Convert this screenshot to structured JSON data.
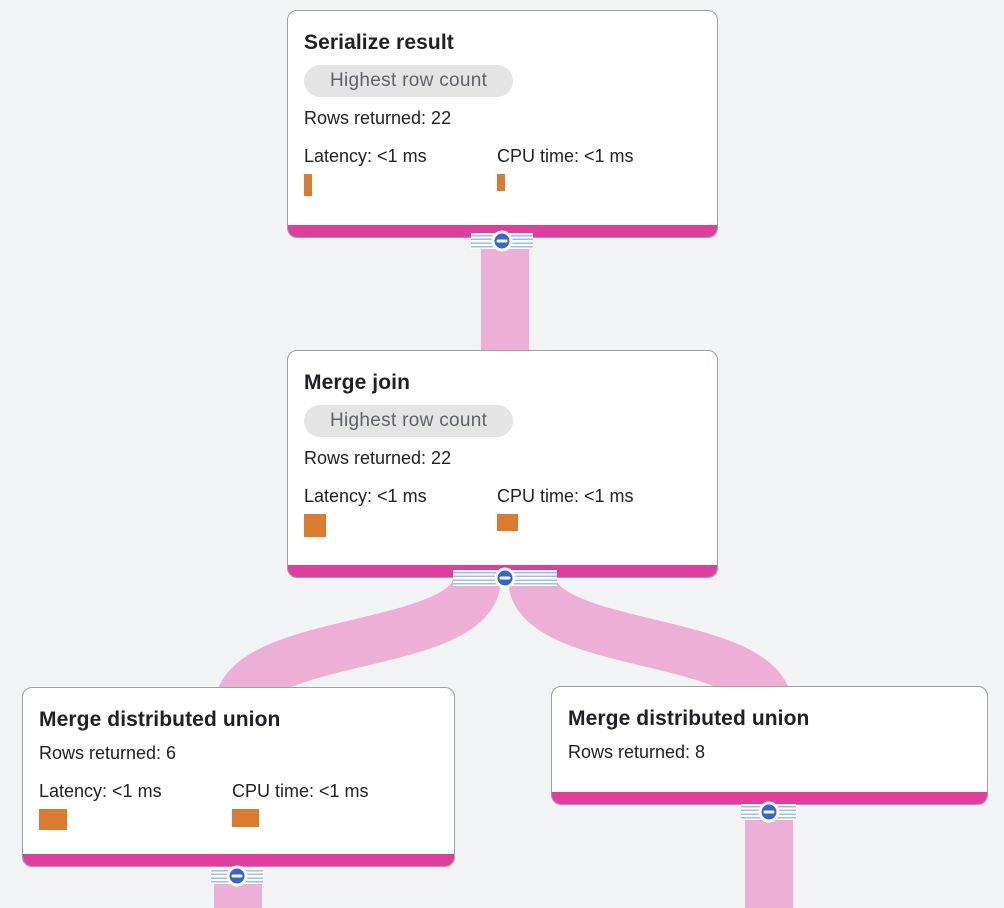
{
  "theme": {
    "background": "#f1f3f4",
    "card_background": "#ffffff",
    "card_border": "#9aa0a6",
    "node_accent_bar": "#df3e9c",
    "edge_color": "#edafd5",
    "collapse_button_blue": "#3565d0",
    "grip_line_blue": "#9fbbee",
    "metric_bar_orange": "#d97c30",
    "badge_background": "#e4e4e5",
    "badge_text": "#5f6368",
    "title_text": "#202124"
  },
  "icons": {
    "collapse_button_icon": "minus-icon"
  },
  "nodes": [
    {
      "title": "Serialize result",
      "badge": "Highest row count",
      "rows_returned": "Rows returned: 22",
      "rows_returned_value": 22,
      "latency": "Latency: <1 ms",
      "cpu_time": "CPU time: <1 ms"
    },
    {
      "title": "Merge join",
      "badge": "Highest row count",
      "rows_returned": "Rows returned: 22",
      "rows_returned_value": 22,
      "latency": "Latency: <1 ms",
      "cpu_time": "CPU time: <1 ms"
    },
    {
      "title": "Merge distributed union",
      "rows_returned": "Rows returned: 6",
      "rows_returned_value": 6,
      "latency": "Latency: <1 ms",
      "cpu_time": "CPU time: <1 ms"
    },
    {
      "title": "Merge distributed union",
      "rows_returned": "Rows returned: 8",
      "rows_returned_value": 8
    }
  ]
}
